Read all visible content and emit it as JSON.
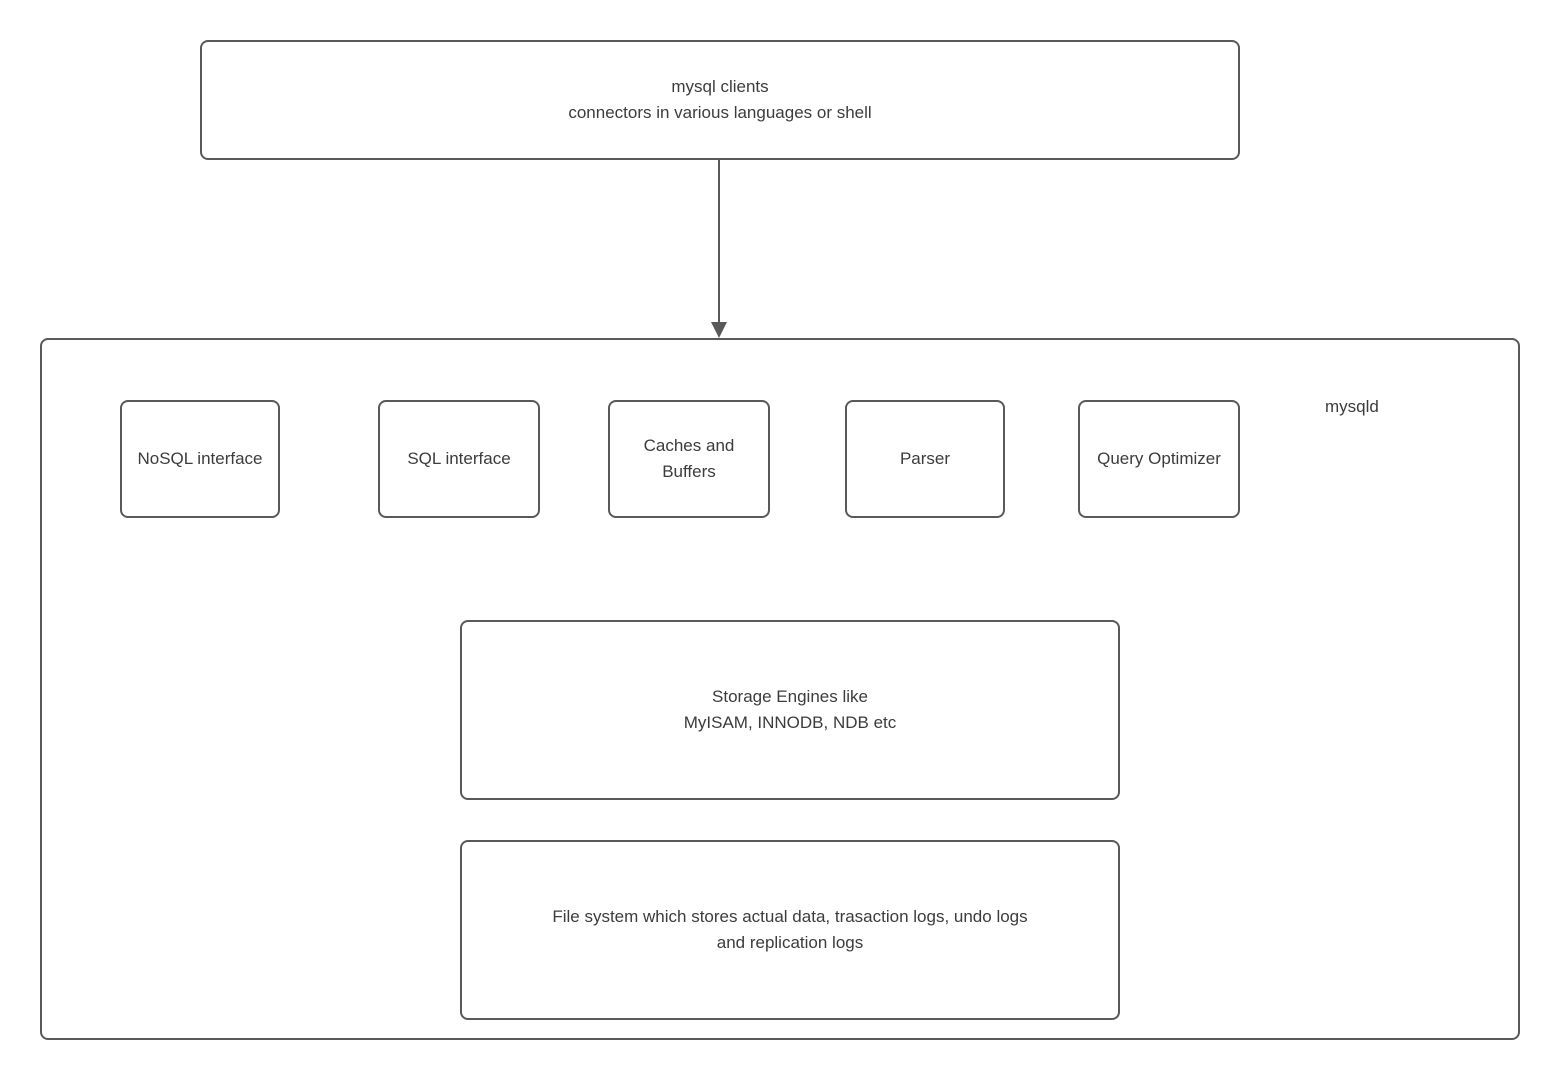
{
  "diagram": {
    "title_hint": "MySQL architecture diagram",
    "colors": {
      "border": "#595959",
      "text": "#3c3c3c",
      "background": "#ffffff"
    },
    "clients_box": {
      "line1": "mysql clients",
      "line2": "connectors in various languages or shell"
    },
    "mysqld_label": "mysqld",
    "interface_boxes": [
      {
        "label": "NoSQL interface"
      },
      {
        "label": "SQL interface"
      },
      {
        "label": "Caches and Buffers"
      },
      {
        "label": "Parser"
      },
      {
        "label": "Query Optimizer"
      }
    ],
    "storage_box": {
      "line1": "Storage Engines like",
      "line2": "MyISAM, INNODB, NDB etc"
    },
    "filesystem_box": {
      "line1": "File system which stores actual data, trasaction logs, undo logs",
      "line2": "and replication logs"
    }
  }
}
